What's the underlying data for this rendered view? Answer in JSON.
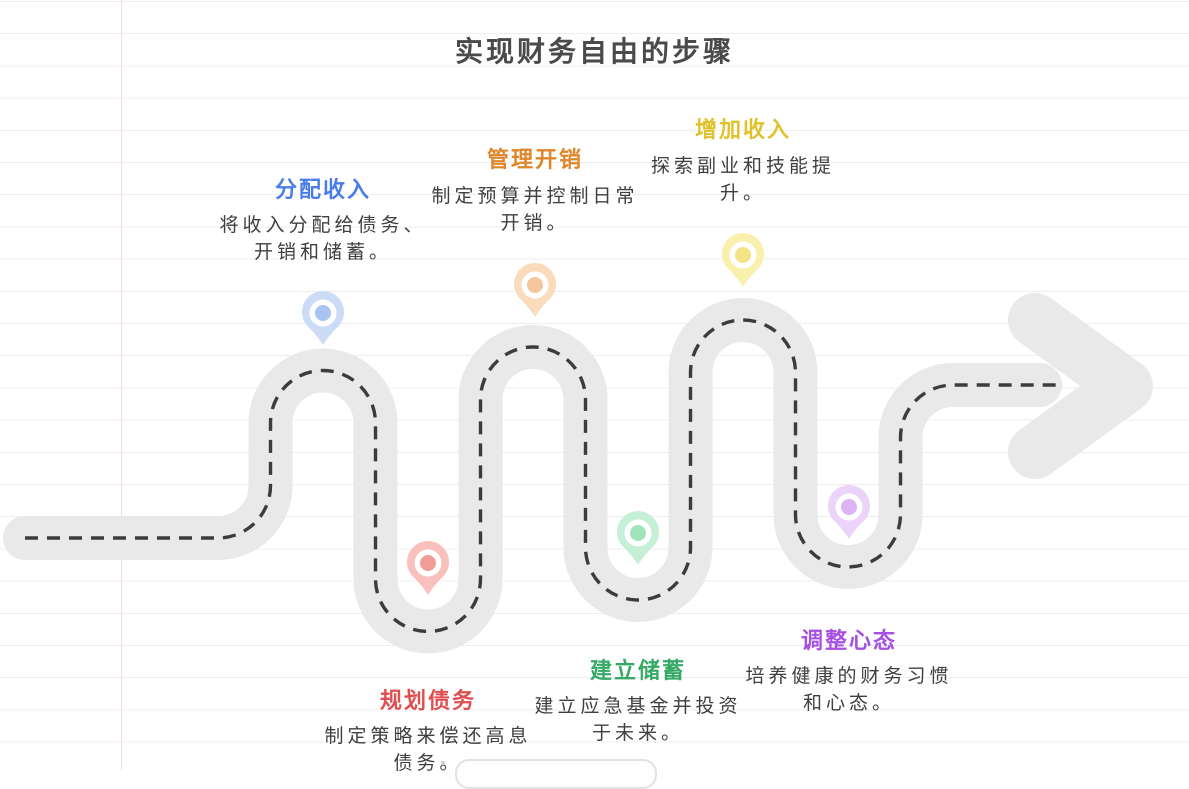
{
  "page": {
    "title": "实现财务自由的步骤"
  },
  "colors": {
    "road": "#e9e9e9",
    "road_dash": "#3c3c3c",
    "paper_line": "#f0eded",
    "margin_line": "#f2d8d8",
    "main_title_text": "#4a4a4a",
    "body_text": "#3f3f3f"
  },
  "road": {
    "arrow_icon": "arrow-right",
    "style": "dashed-centerline"
  },
  "steps": [
    {
      "title": "分配收入",
      "description": "将收入分配给债务、开销和储蓄。",
      "title_color": "#4a7de8",
      "pin_color": "#ccdcf7",
      "pin_dot_color": "#a9c4f2",
      "pin_position": "above-road"
    },
    {
      "title": "管理开销",
      "description": "制定预算并控制日常开销。",
      "title_color": "#e0862a",
      "pin_color": "#fadcbc",
      "pin_dot_color": "#f4c69b",
      "pin_position": "above-road"
    },
    {
      "title": "增加收入",
      "description": "探索副业和技能提升。",
      "title_color": "#dfc22d",
      "pin_color": "#faf0ad",
      "pin_dot_color": "#f3e385",
      "pin_position": "above-road"
    },
    {
      "title": "规划债务",
      "description": "制定策略来偿还高息债务。",
      "title_color": "#e04f4f",
      "pin_color": "#f8c1bd",
      "pin_dot_color": "#f19c98",
      "pin_position": "below-road"
    },
    {
      "title": "建立储蓄",
      "description": "建立应急基金并投资于未来。",
      "title_color": "#35aa66",
      "pin_color": "#c6f0d6",
      "pin_dot_color": "#a1e3bb",
      "pin_position": "below-road"
    },
    {
      "title": "调整心态",
      "description": "培养健康的财务习惯和心态。",
      "title_color": "#a64fe0",
      "pin_color": "#ebd3f9",
      "pin_dot_color": "#dcb4f4",
      "pin_position": "below-road"
    }
  ]
}
